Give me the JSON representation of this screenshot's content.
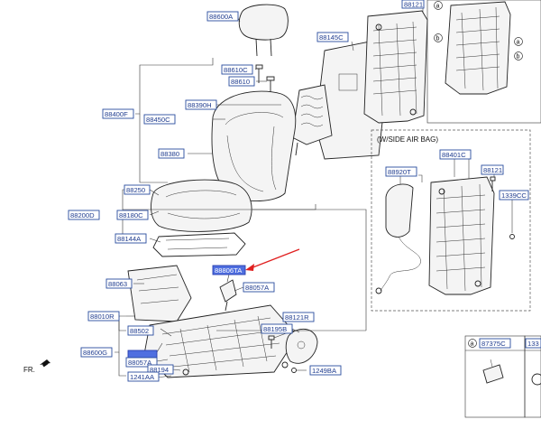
{
  "labels": {
    "l88600A": "88600A",
    "l88121_top": "88121",
    "l88145C": "88145C",
    "l88610C": "88610C",
    "l88610": "88610",
    "l88400F": "88400F",
    "l88390H": "88390H",
    "l88450C": "88450C",
    "l88380": "88380",
    "l88250": "88250",
    "l88200D": "88200D",
    "l88180C": "88180C",
    "l88144A": "88144A",
    "l88806TA": "88806TA",
    "l88063": "88063",
    "l88057A_a": "88057A",
    "l88010R": "88010R",
    "l88502": "88502",
    "l88121R": "88121R",
    "l88195B": "88195B",
    "l88600G": "88600G",
    "l88057A_b": "88057A",
    "l88194": "88194",
    "l1241AA": "1241AA",
    "l1249BA": "1249BA",
    "l88401C": "88401C",
    "l88920T": "88920T",
    "l88121_right": "88121",
    "l1339CC": "1339CC",
    "l87375C": "87375C",
    "l133_partial": "133"
  },
  "texts": {
    "airbag_title": "(W/SIDE AIR BAG)",
    "fr_label": "FR.",
    "circle_a": "a",
    "circle_b": "b"
  },
  "colors": {
    "label_border": "#2a4d9e",
    "label_text": "#1f3c8f",
    "highlight_fill": "#4f6fe0",
    "arrow": "#e02020"
  }
}
